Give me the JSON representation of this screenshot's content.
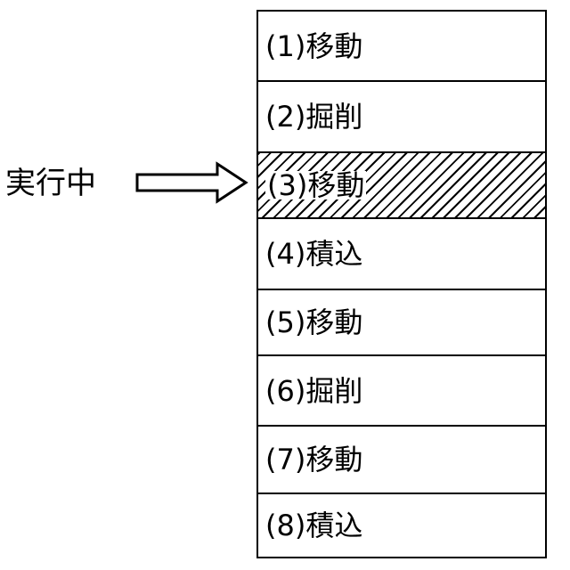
{
  "status_label": "実行中",
  "tasks": [
    {
      "label": "(1)移動",
      "active": false
    },
    {
      "label": "(2)掘削",
      "active": false
    },
    {
      "label": "(3)移動",
      "active": true
    },
    {
      "label": "(4)積込",
      "active": false
    },
    {
      "label": "(5)移動",
      "active": false
    },
    {
      "label": "(6)掘削",
      "active": false
    },
    {
      "label": "(7)移動",
      "active": false
    },
    {
      "label": "(8)積込",
      "active": false
    }
  ],
  "icons": {
    "pointer": "right-arrow-icon"
  }
}
